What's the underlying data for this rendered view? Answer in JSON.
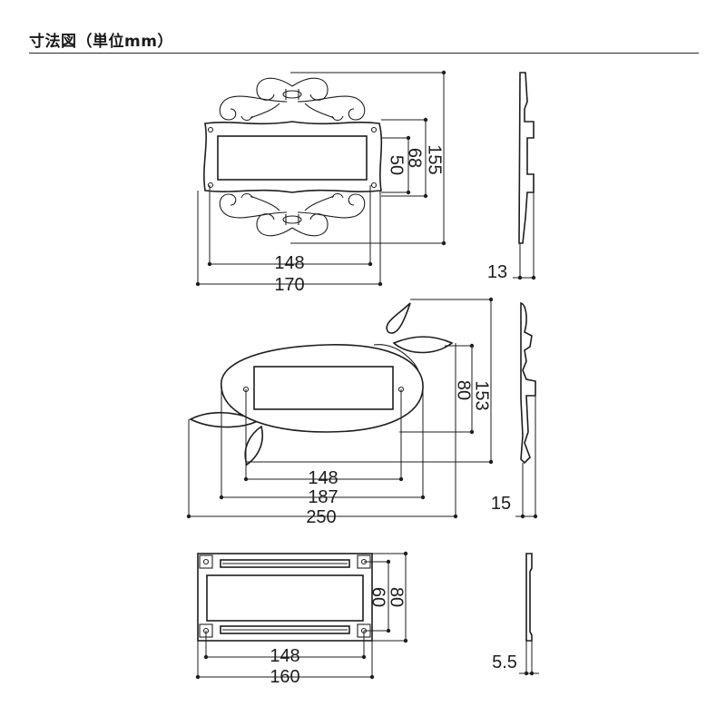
{
  "title": "寸法図（単位mm）",
  "colors": {
    "line": "#1e1e1e",
    "background": "#ffffff"
  },
  "plates": [
    {
      "id": "ornamental",
      "width_label": "170",
      "inner_width_label": "148",
      "height_label": "155",
      "frame_height_label": "68",
      "inner_height_label": "50",
      "depth_label": "13"
    },
    {
      "id": "leaf",
      "width_label": "250",
      "oval_width_label": "187",
      "inner_width_label": "148",
      "height_label": "153",
      "inner_height_label": "80",
      "depth_label": "15"
    },
    {
      "id": "simple",
      "width_label": "160",
      "inner_width_label": "148",
      "height_label": "80",
      "inner_height_label": "60",
      "depth_label": "5.5"
    }
  ]
}
